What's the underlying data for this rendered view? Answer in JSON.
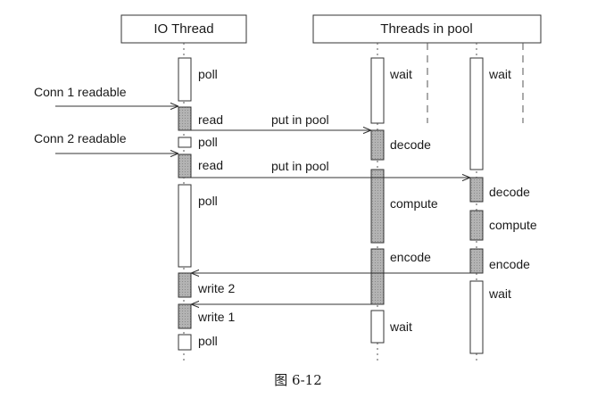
{
  "headers": {
    "io_thread": "IO Thread",
    "pool": "Threads in pool"
  },
  "events": {
    "conn1": "Conn 1 readable",
    "conn2": "Conn 2 readable"
  },
  "io_labels": {
    "poll1": "poll",
    "read1": "read",
    "poll2": "poll",
    "read2": "read",
    "poll3": "poll",
    "write2": "write 2",
    "write1": "write 1",
    "poll4": "poll"
  },
  "messages": {
    "put1": "put in pool",
    "put2": "put in pool"
  },
  "worker1": {
    "wait1": "wait",
    "decode": "decode",
    "compute": "compute",
    "encode": "encode",
    "wait2": "wait"
  },
  "worker2": {
    "wait1": "wait",
    "decode": "decode",
    "compute": "compute",
    "encode": "encode",
    "wait2": "wait"
  },
  "caption": "图 6-12",
  "colors": {
    "busy_fill": "#a9a9a9",
    "idle_fill": "#ffffff",
    "line": "#333333"
  }
}
